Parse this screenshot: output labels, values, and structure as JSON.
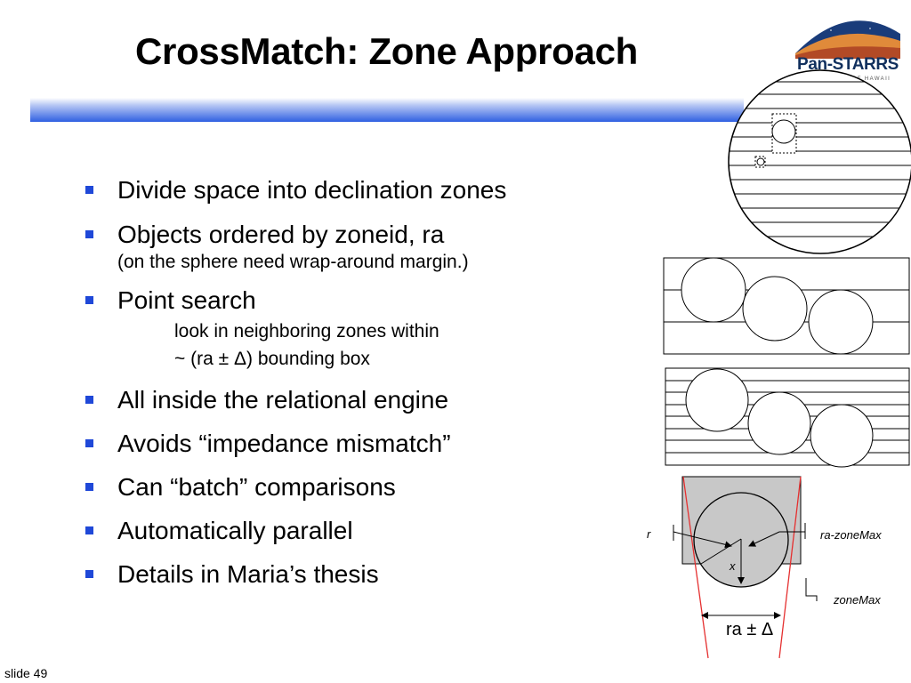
{
  "slide": {
    "title": "CrossMatch: Zone Approach",
    "number_label": "slide 49"
  },
  "logo": {
    "text": "Pan-STARRS",
    "subtext": "UNIVERSITY OF HAWAII"
  },
  "bullets": [
    {
      "text": "Divide space into declination zones"
    },
    {
      "text": "Objects ordered by zoneid, ra",
      "note": "(on the sphere need wrap-around margin.)"
    },
    {
      "text": "Point search",
      "sub": [
        "look in neighboring zones within",
        "~ (ra ± Δ) bounding box"
      ]
    },
    {
      "text": "All inside the relational engine"
    },
    {
      "text": "Avoids “impedance mismatch”"
    },
    {
      "text": "Can “batch” comparisons"
    },
    {
      "text": "Automatically parallel"
    },
    {
      "text": "Details in Maria’s thesis"
    }
  ],
  "diagram": {
    "label_r": "r",
    "label_ra_zonemax": "ra-zoneMax",
    "label_x": "x",
    "label_zonemax": "zoneMax",
    "label_ra_delta": "ra ± Δ"
  },
  "colors": {
    "bullet": "#1f48d8",
    "title_bar_dark": "#2f60e2",
    "logo_navy": "#11305e",
    "shaded_box": "#c8c8c8",
    "red_lines": "#e53030"
  }
}
